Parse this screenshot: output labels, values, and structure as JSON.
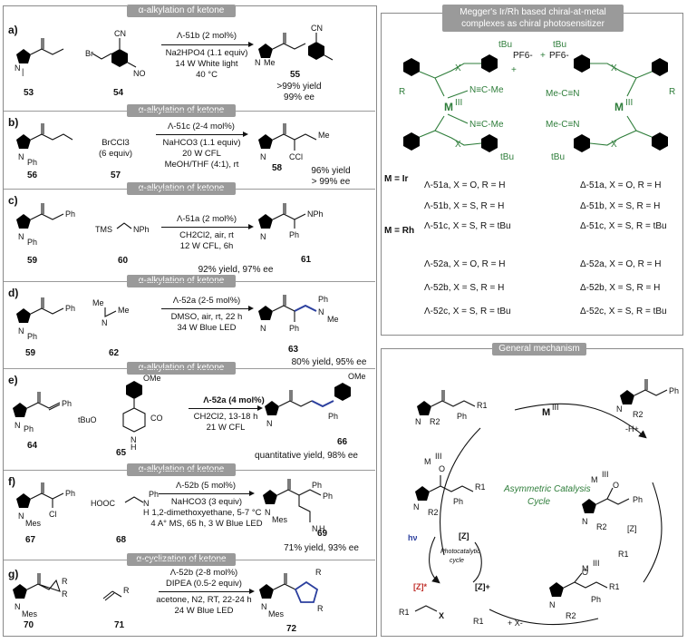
{
  "header_alkylation": "α-alkylation of ketone",
  "header_cyclization": "α-cyclization of ketone",
  "rows": [
    {
      "label": "a)",
      "nums": [
        "53",
        "54",
        "55"
      ],
      "cond": [
        "Λ-51b (2 mol%)",
        "Na2HPO4 (1.1 equiv)",
        "14 W White light",
        "40 °C"
      ],
      "result": [
        ">99% yield",
        "99% ee"
      ]
    },
    {
      "label": "b)",
      "nums": [
        "56",
        "57",
        "58"
      ],
      "extra": [
        "BrCCl3",
        "(6 equiv)"
      ],
      "cond": [
        "Λ-51c (2-4 mol%)",
        "NaHCO3 (1.1 equiv)",
        "20 W CFL",
        "MeOH/THF (4:1), rt"
      ],
      "result": [
        "96% yield",
        "> 99% ee"
      ]
    },
    {
      "label": "c)",
      "nums": [
        "59",
        "60",
        "61"
      ],
      "cond": [
        "Λ-51a (2 mol%)",
        "CH2Cl2, air, rt",
        "12 W CFL, 6h"
      ],
      "result": [
        "92% yield, 97% ee"
      ]
    },
    {
      "label": "d)",
      "nums": [
        "59",
        "62",
        "63"
      ],
      "cond": [
        "Λ-52a (2-5 mol%)",
        "DMSO, air, rt, 22 h",
        "34 W Blue LED"
      ],
      "result": [
        "80% yield, 95% ee"
      ]
    },
    {
      "label": "e)",
      "nums": [
        "64",
        "65",
        "66"
      ],
      "cond": [
        "Λ-52a (4 mol%)",
        "CH2Cl2, 13-18 h",
        "21 W CFL"
      ],
      "result": [
        "quantitative yield, 98% ee"
      ]
    },
    {
      "label": "f)",
      "nums": [
        "67",
        "68",
        "69"
      ],
      "cond": [
        "Λ-52b (5 mol%)",
        "NaHCO3 (3 equiv)",
        "1,2-dimethoxyethane, 5-7 °C",
        "4 A° MS, 65 h, 3 W Blue LED"
      ],
      "result": [
        "71% yield, 93% ee"
      ]
    },
    {
      "label": "g)",
      "nums": [
        "70",
        "71",
        "72"
      ],
      "cond": [
        "Λ-52b (2-8 mol%)",
        "DIPEA (0.5-2 equiv)",
        "acetone, N2, RT,  22-24 h",
        "24 W Blue LED"
      ],
      "result": []
    }
  ],
  "catalyst_header": [
    "Megger's Ir/Rh based chiral-at-metal",
    "complexes as chiral photosensitizer"
  ],
  "metal_ir": "M = Ir",
  "metal_rh": "M = Rh",
  "legend_left": [
    "Λ-51a, X = O, R = H",
    "Λ-51b, X = S, R = H",
    "Λ-51c, X = S, R = tBu",
    "Λ-52a, X = O, R = H",
    "Λ-52b, X = S, R = H",
    "Λ-52c, X = S, R = tBu"
  ],
  "legend_right": [
    "Δ-51a, X = O, R = H",
    "Δ-51b, X = S, R = H",
    "Δ-51c, X = S, R = tBu",
    "Δ-52a, X = O, R = H",
    "Δ-52b, X = S, R = H",
    "Δ-52c, X = S, R = tBu"
  ],
  "mechanism_header": "General mechanism",
  "mechanism": {
    "cycle_title": [
      "Asymmetric Catalysis",
      "Cycle"
    ],
    "photo_title": [
      "Photocatalytic",
      "cycle"
    ],
    "minus_h": "-H+",
    "hv": "hν",
    "z": "[Z]",
    "z_star": "[Z]*",
    "z_plus": "[Z]+",
    "radical_products": "R1•  + X-",
    "r1_radical": "R1•",
    "substrate_x": "X"
  },
  "colors": {
    "green": "#2e7d3a",
    "header_gray": "#9a9a9a",
    "red": "#c0302b",
    "blue": "#2b3f9e"
  }
}
